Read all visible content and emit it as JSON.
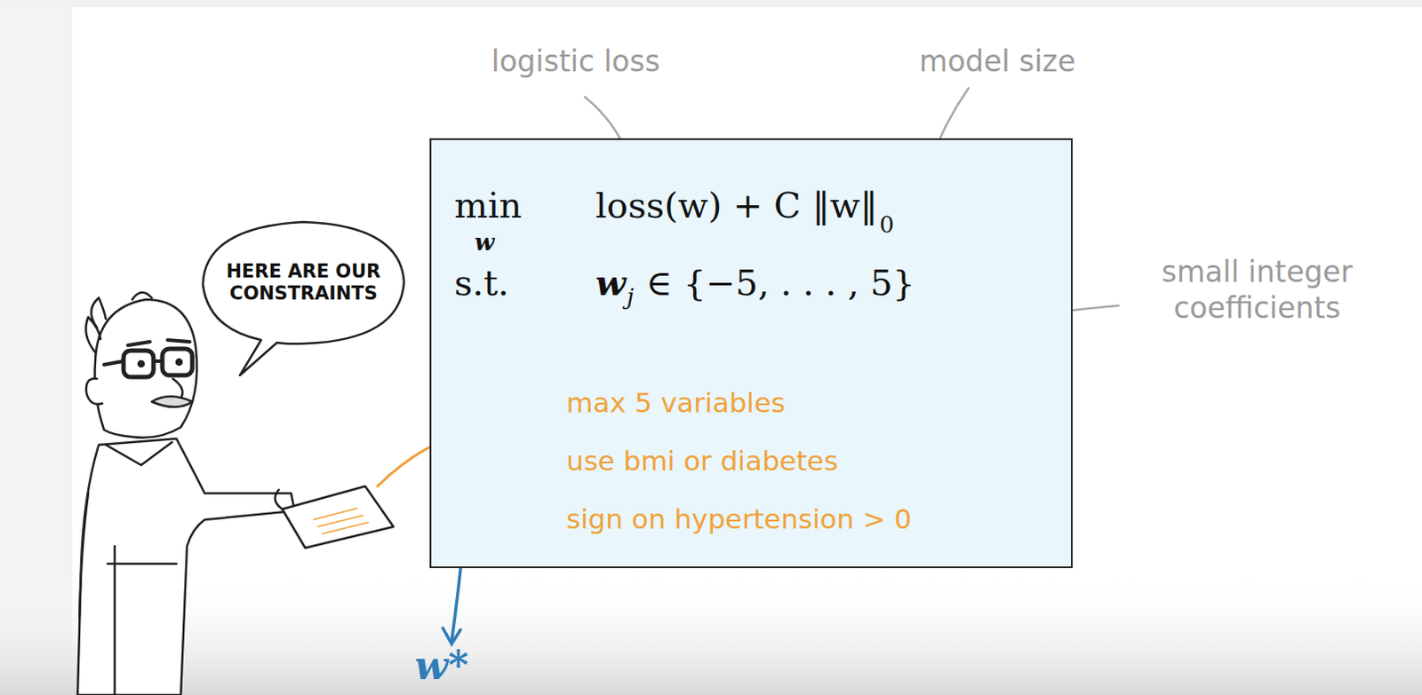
{
  "diagram": {
    "nodes": [
      {
        "text": [
          "HERE ARE OUR CONSTRAINTS"
        ]
      },
      {
        "text": [
          "min",
          "w",
          "loss(w) + C ‖w‖",
          "0",
          "s.t.",
          "w",
          "j",
          "∈ {−5, . . . , 5}",
          "max 5 variables",
          "use bmi or diabetes",
          "sign on hypertension > 0"
        ]
      }
    ],
    "labels": [
      "logistic loss",
      "model size",
      "small integer coefficients",
      "w*"
    ]
  }
}
